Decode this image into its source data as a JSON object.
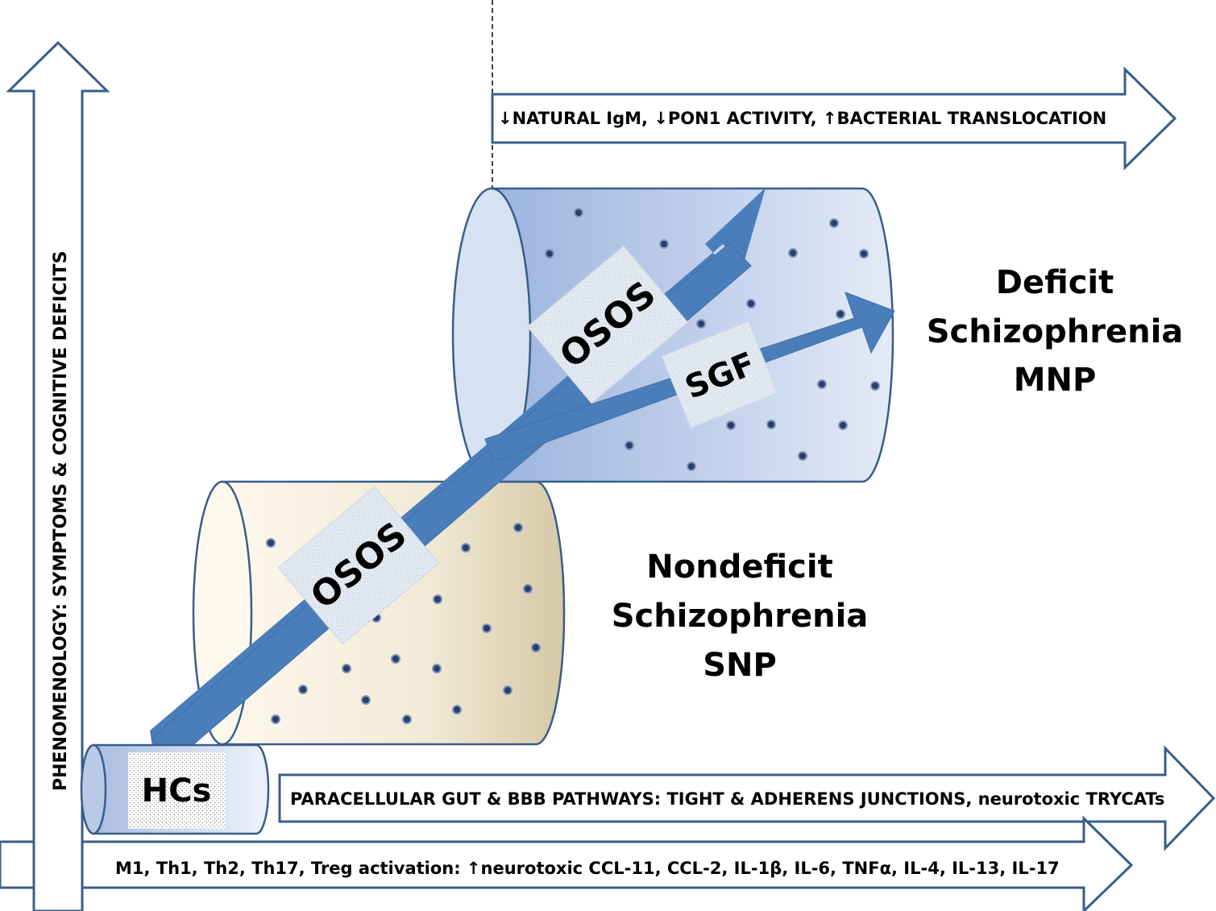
{
  "axis": {
    "vertical_label": "PHENOMENOLOGY: SYMPTOMS & COGNITIVE DEFICITS"
  },
  "arrows": {
    "top": "↓NATURAL IgM, ↓PON1 ACTIVITY, ↑BACTERIAL TRANSLOCATION",
    "middle": "PARACELLULAR GUT & BBB PATHWAYS: TIGHT & ADHERENS JUNCTIONS, neurotoxic TRYCATs",
    "bottom": "M1, Th1, Th2, Th17, Treg activation: ↑neurotoxic CCL-11, CCL-2, IL-1β, IL-6, TNFα, IL-4, IL-13, IL-17"
  },
  "cylinders": {
    "small_label": "HCs",
    "middle_label_lines": [
      "Nondeficit",
      "Schizophrenia",
      "SNP"
    ],
    "large_label_lines": [
      "Deficit",
      "Schizophrenia",
      "MNP"
    ]
  },
  "pathway_tags": {
    "osos_lower": "OSOS",
    "osos_upper": "OSOS",
    "sgf": "SGF"
  },
  "colors": {
    "arrow_blue": "#4a7ebb",
    "outline_blue": "#385d8a",
    "tan_light": "#fdf8ec",
    "tan_dark": "#d6c9a6",
    "blue_light": "#dbe5f4",
    "blue_dark": "#9cb4de"
  }
}
